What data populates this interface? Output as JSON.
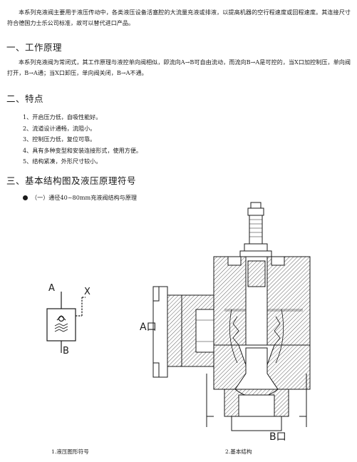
{
  "intro": "本系列充液阀主要用于液压传动中，各类液压设备活塞腔的大流量充液或排液，以提高机器的空行程速度或回程速度。其连接尺寸符合德国力士乐公司标准，故可以替代进口产品。",
  "sections": [
    {
      "title": "一、工作原理",
      "body": "本系列充液阀为常闭式，其工作原理与液控单向阀相似，即流向A→B可自由流动，而流向B→A是可控的，当X口加控制压，单向阀打开，B→A通；当X口卸压，单向阀关闭，B→A不通。"
    },
    {
      "title": "二、特点"
    },
    {
      "title": "三、基本结构图及液压原理符号"
    }
  ],
  "features": [
    "1、开启压力低，自吸性能好。",
    "2、流道设计通畅，流阻小。",
    "3、控制压力低，复位可靠。",
    "4、具有多种变型和安装连接形式，使用方便。",
    "5、结构紧凑，外形尺寸较小。"
  ],
  "subsection": "（一）通径40~80mm充液阀结构与原理",
  "symbol": {
    "label_a": "A",
    "label_x": "X",
    "label_b": "B"
  },
  "drawing": {
    "label_a_port": "A口",
    "label_b_port": "B口"
  },
  "captions": {
    "symbol": "1.液压图形符号",
    "structure": "2.基本结构"
  }
}
